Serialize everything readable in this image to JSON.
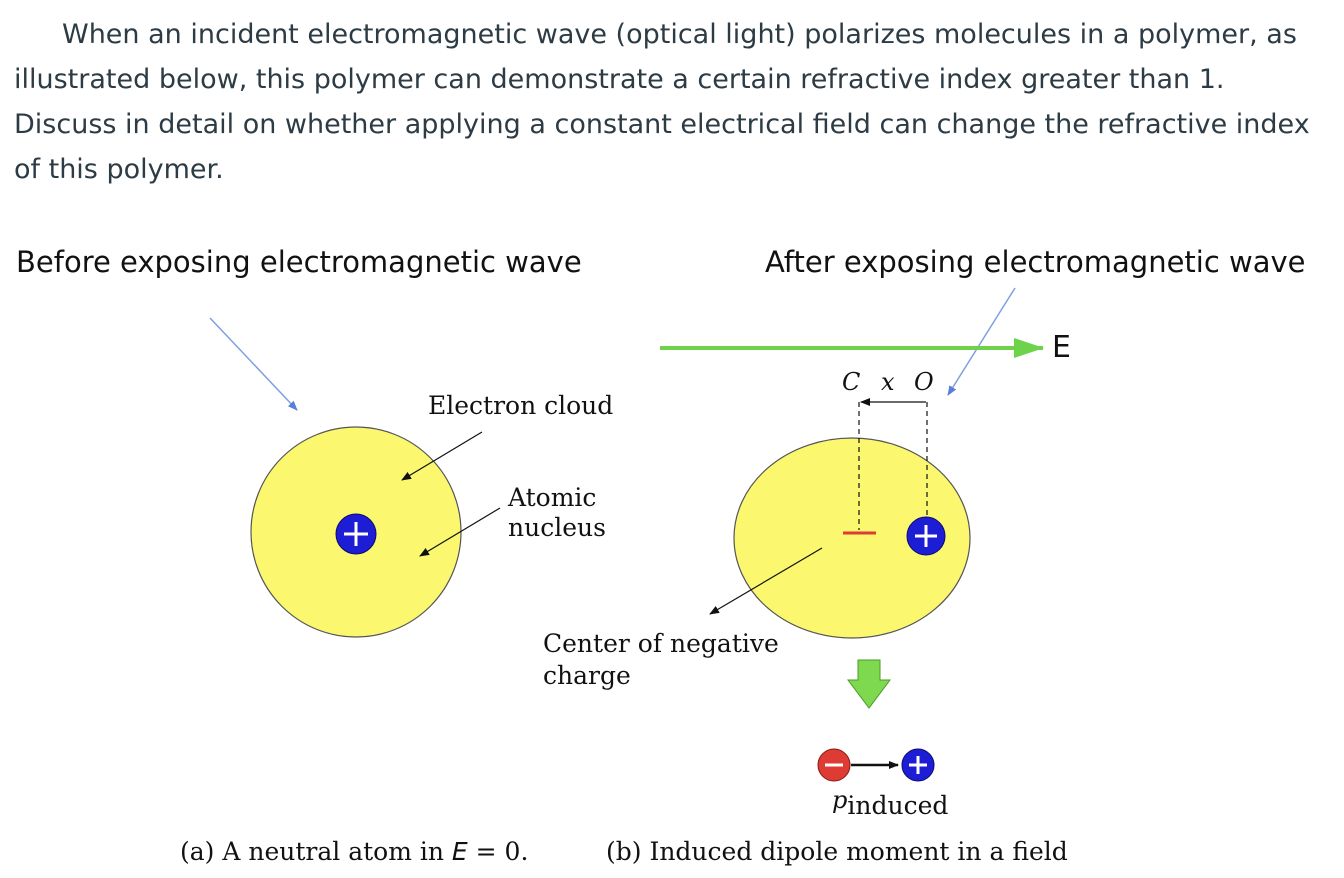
{
  "question": {
    "text": "When an incident electromagnetic wave (optical light) polarizes molecules in a polymer, as illustrated below, this polymer can demonstrate a certain refractive index greater than 1. Discuss in detail on whether applying a constant electrical field can change the refractive index of this polymer."
  },
  "figure": {
    "header_before": "Before exposing electromagnetic wave",
    "header_after": "After exposing electromagnetic wave",
    "field_label": "E",
    "offset_c": "C",
    "offset_x": "x",
    "offset_o": "O",
    "label_electron_cloud": "Electron cloud",
    "label_atomic_1": "Atomic",
    "label_atomic_2": "nucleus",
    "label_center_1": "Center of negative",
    "label_center_2": "charge",
    "label_p": "p",
    "label_p_sub": "induced",
    "caption_a_prefix": "(a) A neutral atom in ",
    "caption_a_var": "E",
    "caption_a_suffix": " = 0.",
    "caption_b": "(b) Induced dipole moment in a field",
    "colors": {
      "cloud_fill": "#fbf76f",
      "nucleus_fill": "#1d1dd6",
      "negative_fill": "#dd3b33",
      "field_arrow": "#6ed34a",
      "pointer_line": "#7f9fe0"
    }
  }
}
